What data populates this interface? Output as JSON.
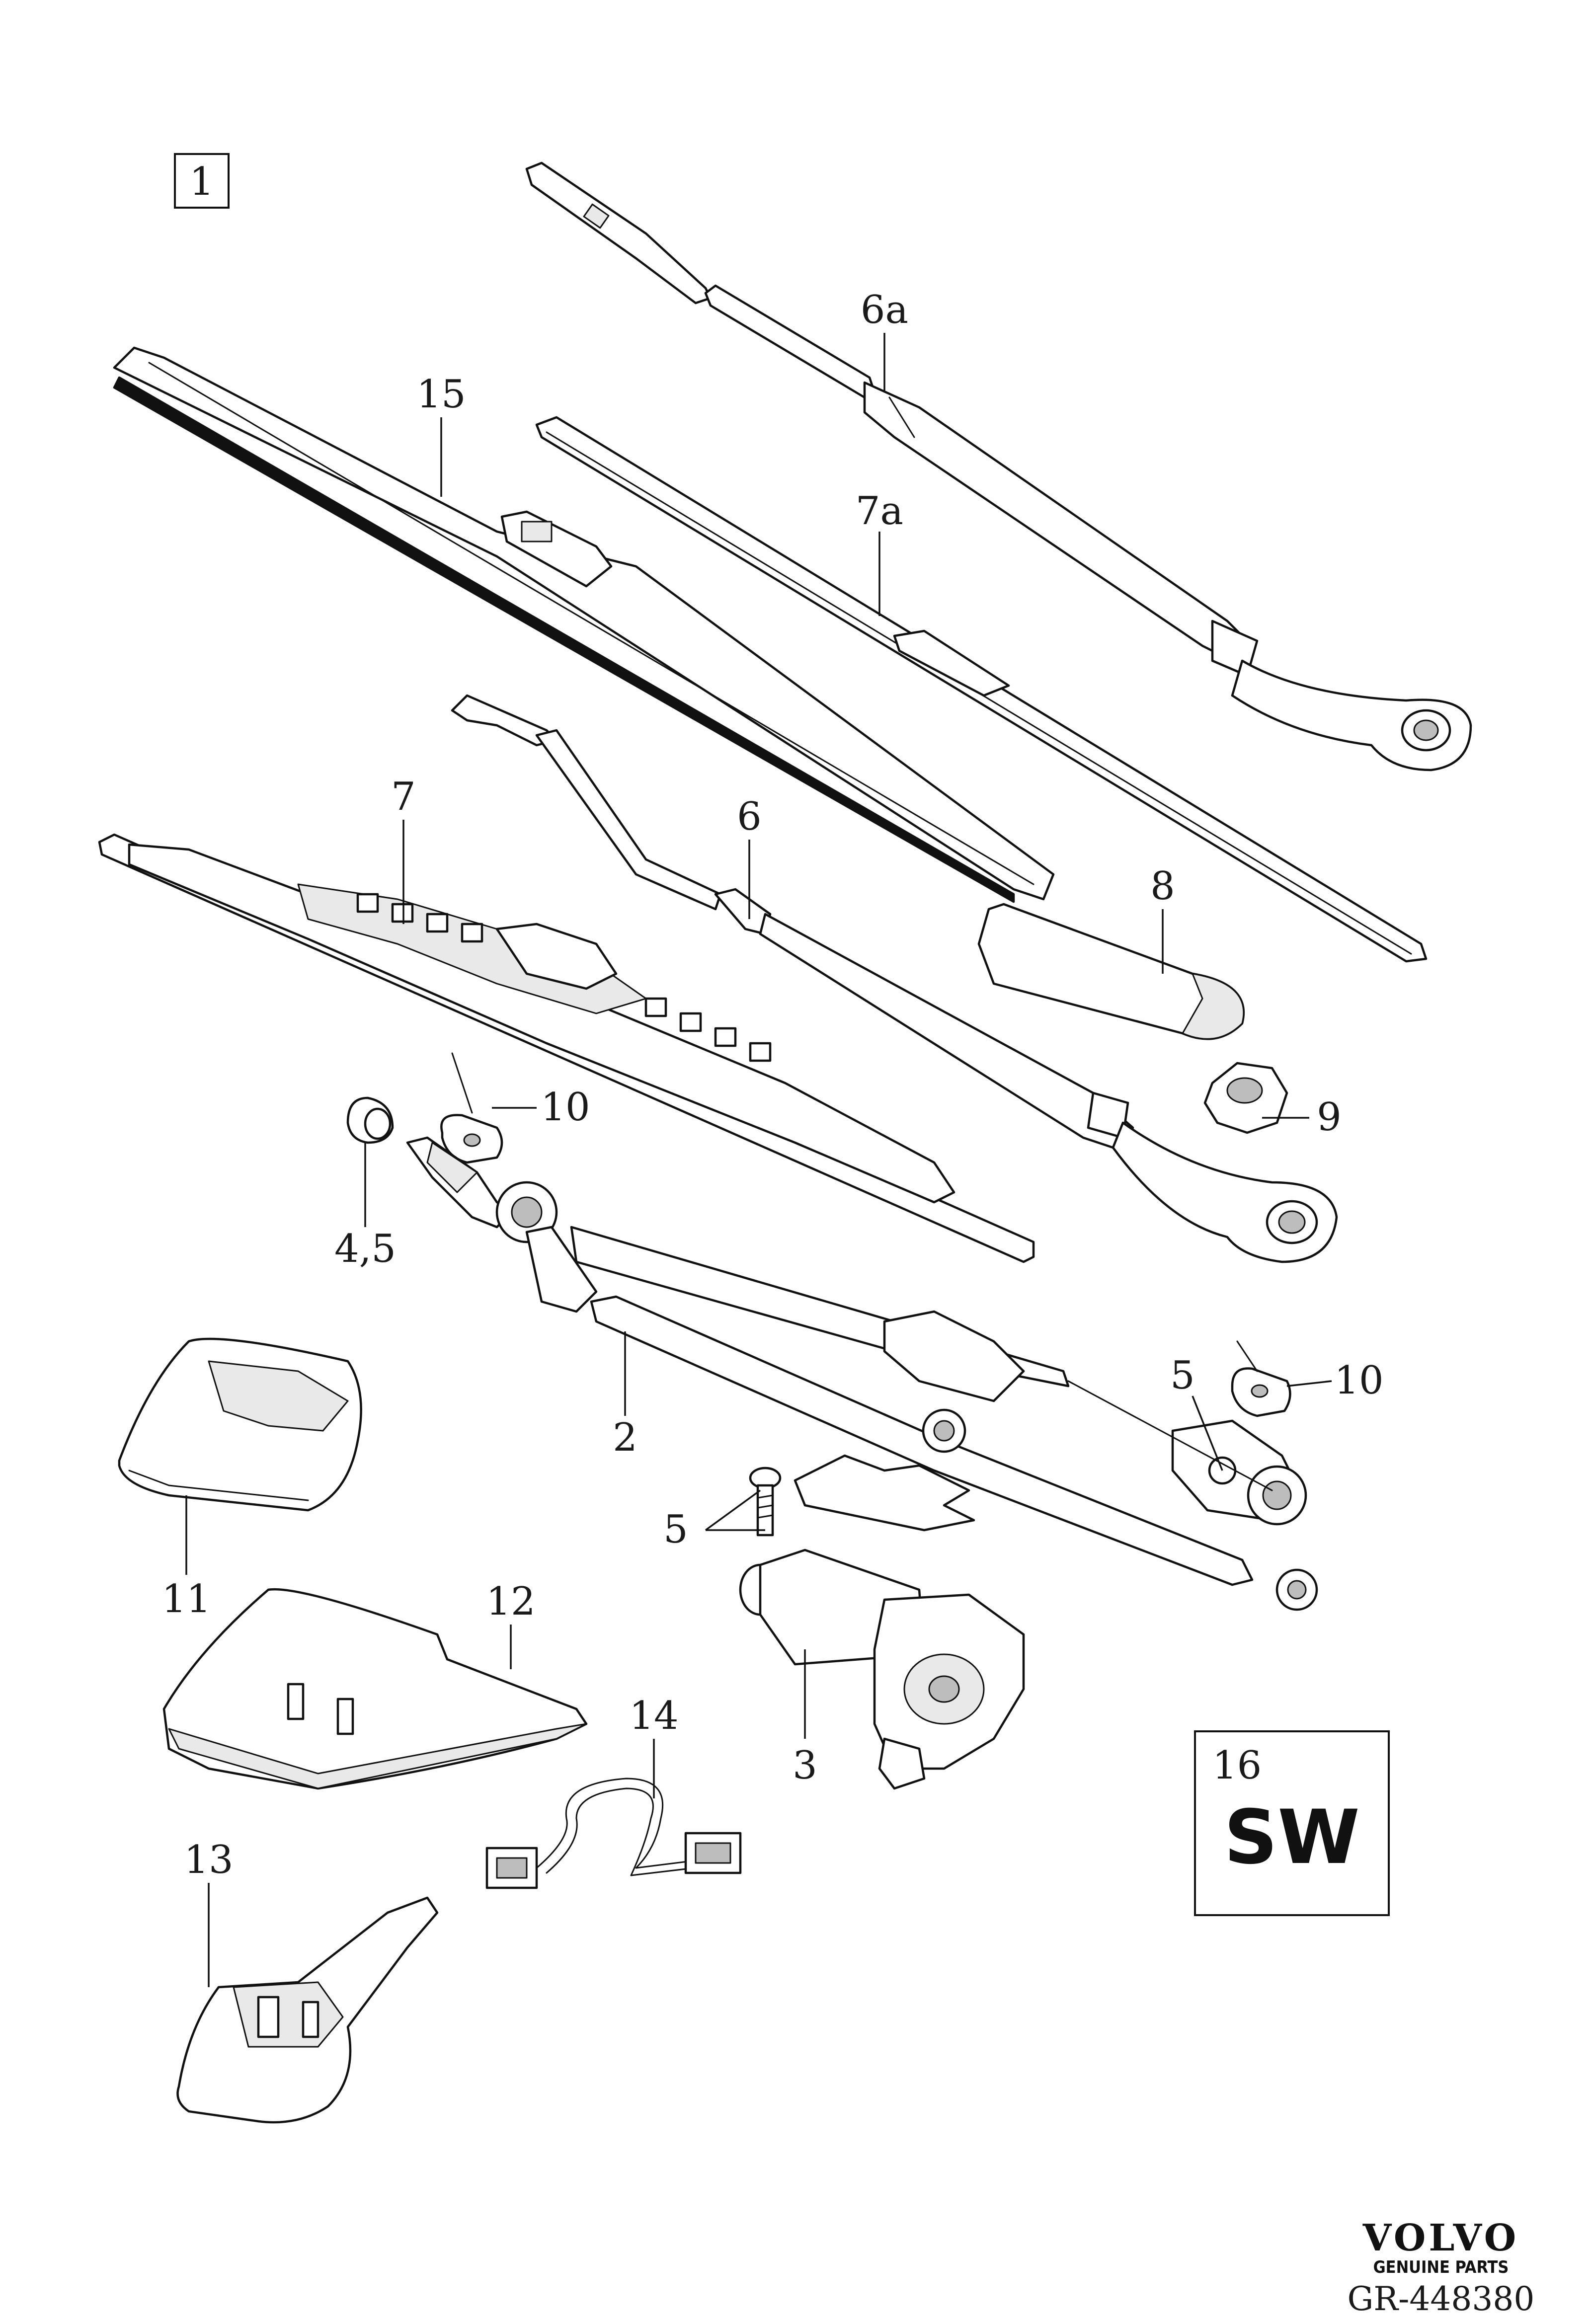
{
  "diagram": {
    "group_number": "1",
    "callouts": {
      "c1": "6a",
      "c2": "15",
      "c3": "7a",
      "c4": "7",
      "c5": "6",
      "c6": "8",
      "c7": "10",
      "c8": "9",
      "c9": "4,5",
      "c10": "5",
      "c11": "10",
      "c12": "2",
      "c13": "5",
      "c14": "11",
      "c15": "12",
      "c16": "14",
      "c17": "3",
      "c18": "13"
    },
    "legend_box": {
      "number": "16",
      "code": "SW"
    }
  },
  "branding": {
    "logo_text": "VOLVO",
    "logo_subtext": "GENUINE PARTS",
    "reference": "GR-448380"
  }
}
